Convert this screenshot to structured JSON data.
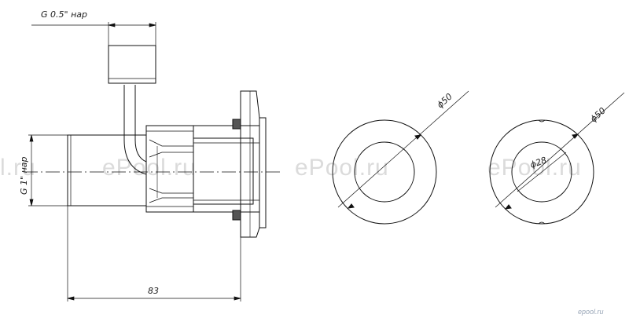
{
  "dimensions": {
    "connector_thread": "G 0.5\" нар",
    "body_thread": "G 1\" нар",
    "overall_length": "83",
    "outer_diameter_left": "ϕ50",
    "outer_diameter_right": "ϕ50",
    "inner_diameter": "ϕ28"
  },
  "watermark": {
    "text": "ePool.ru",
    "text_left_partial": "l.ru",
    "logo": "epool.ru"
  }
}
